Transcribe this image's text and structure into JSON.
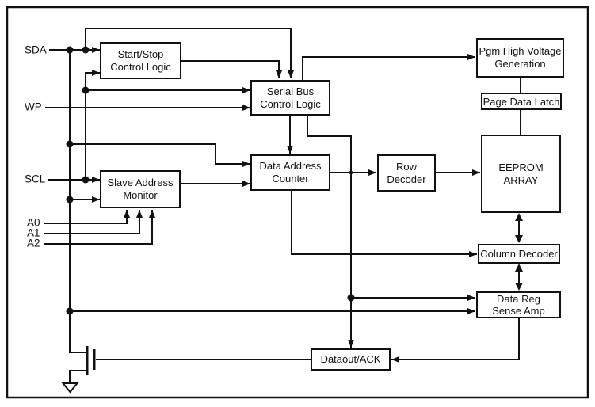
{
  "diagram_name": "EEPROM functional block diagram",
  "signals": {
    "sda": "SDA",
    "wp": "WP",
    "scl": "SCL",
    "a0": "A0",
    "a1": "A1",
    "a2": "A2"
  },
  "blocks": {
    "start_stop": "Start/Stop\nControl Logic",
    "serial_bus": "Serial Bus\nControl Logic",
    "pgm_hv": "Pgm High Voltage\nGeneration",
    "page_latch": "Page Data Latch",
    "eeprom": "EEPROM\nARRAY",
    "row_dec": "Row\nDecoder",
    "dac": "Data Address\nCounter",
    "slave_mon": "Slave Address\nMonitor",
    "col_dec": "Column Decoder",
    "sense_amp": "Data Reg\nSense Amp",
    "dataout": "Dataout/ACK"
  },
  "symbols": {
    "transistor": "nmos-output-transistor",
    "ground": "ground-symbol"
  },
  "colors": {
    "line": "#111111",
    "background": "#ffffff"
  }
}
